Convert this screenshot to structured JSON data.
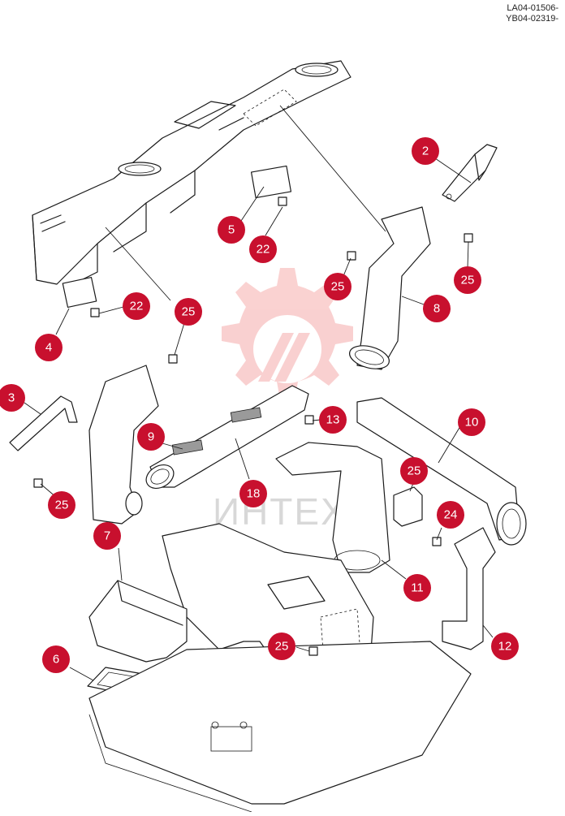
{
  "ref_codes": [
    "LA04-01506-",
    "YB04-02319-"
  ],
  "watermark": "ИНТЕХ",
  "brand_color": "#c8102e",
  "callouts": [
    {
      "label": "2"
    },
    {
      "label": "5"
    },
    {
      "label": "22"
    },
    {
      "label": "25"
    },
    {
      "label": "25"
    },
    {
      "label": "8"
    },
    {
      "label": "22"
    },
    {
      "label": "4"
    },
    {
      "label": "25"
    },
    {
      "label": "3"
    },
    {
      "label": "9"
    },
    {
      "label": "25"
    },
    {
      "label": "13"
    },
    {
      "label": "10"
    },
    {
      "label": "18"
    },
    {
      "label": "25"
    },
    {
      "label": "24"
    },
    {
      "label": "7"
    },
    {
      "label": "11"
    },
    {
      "label": "12"
    },
    {
      "label": "25"
    },
    {
      "label": "6"
    }
  ]
}
